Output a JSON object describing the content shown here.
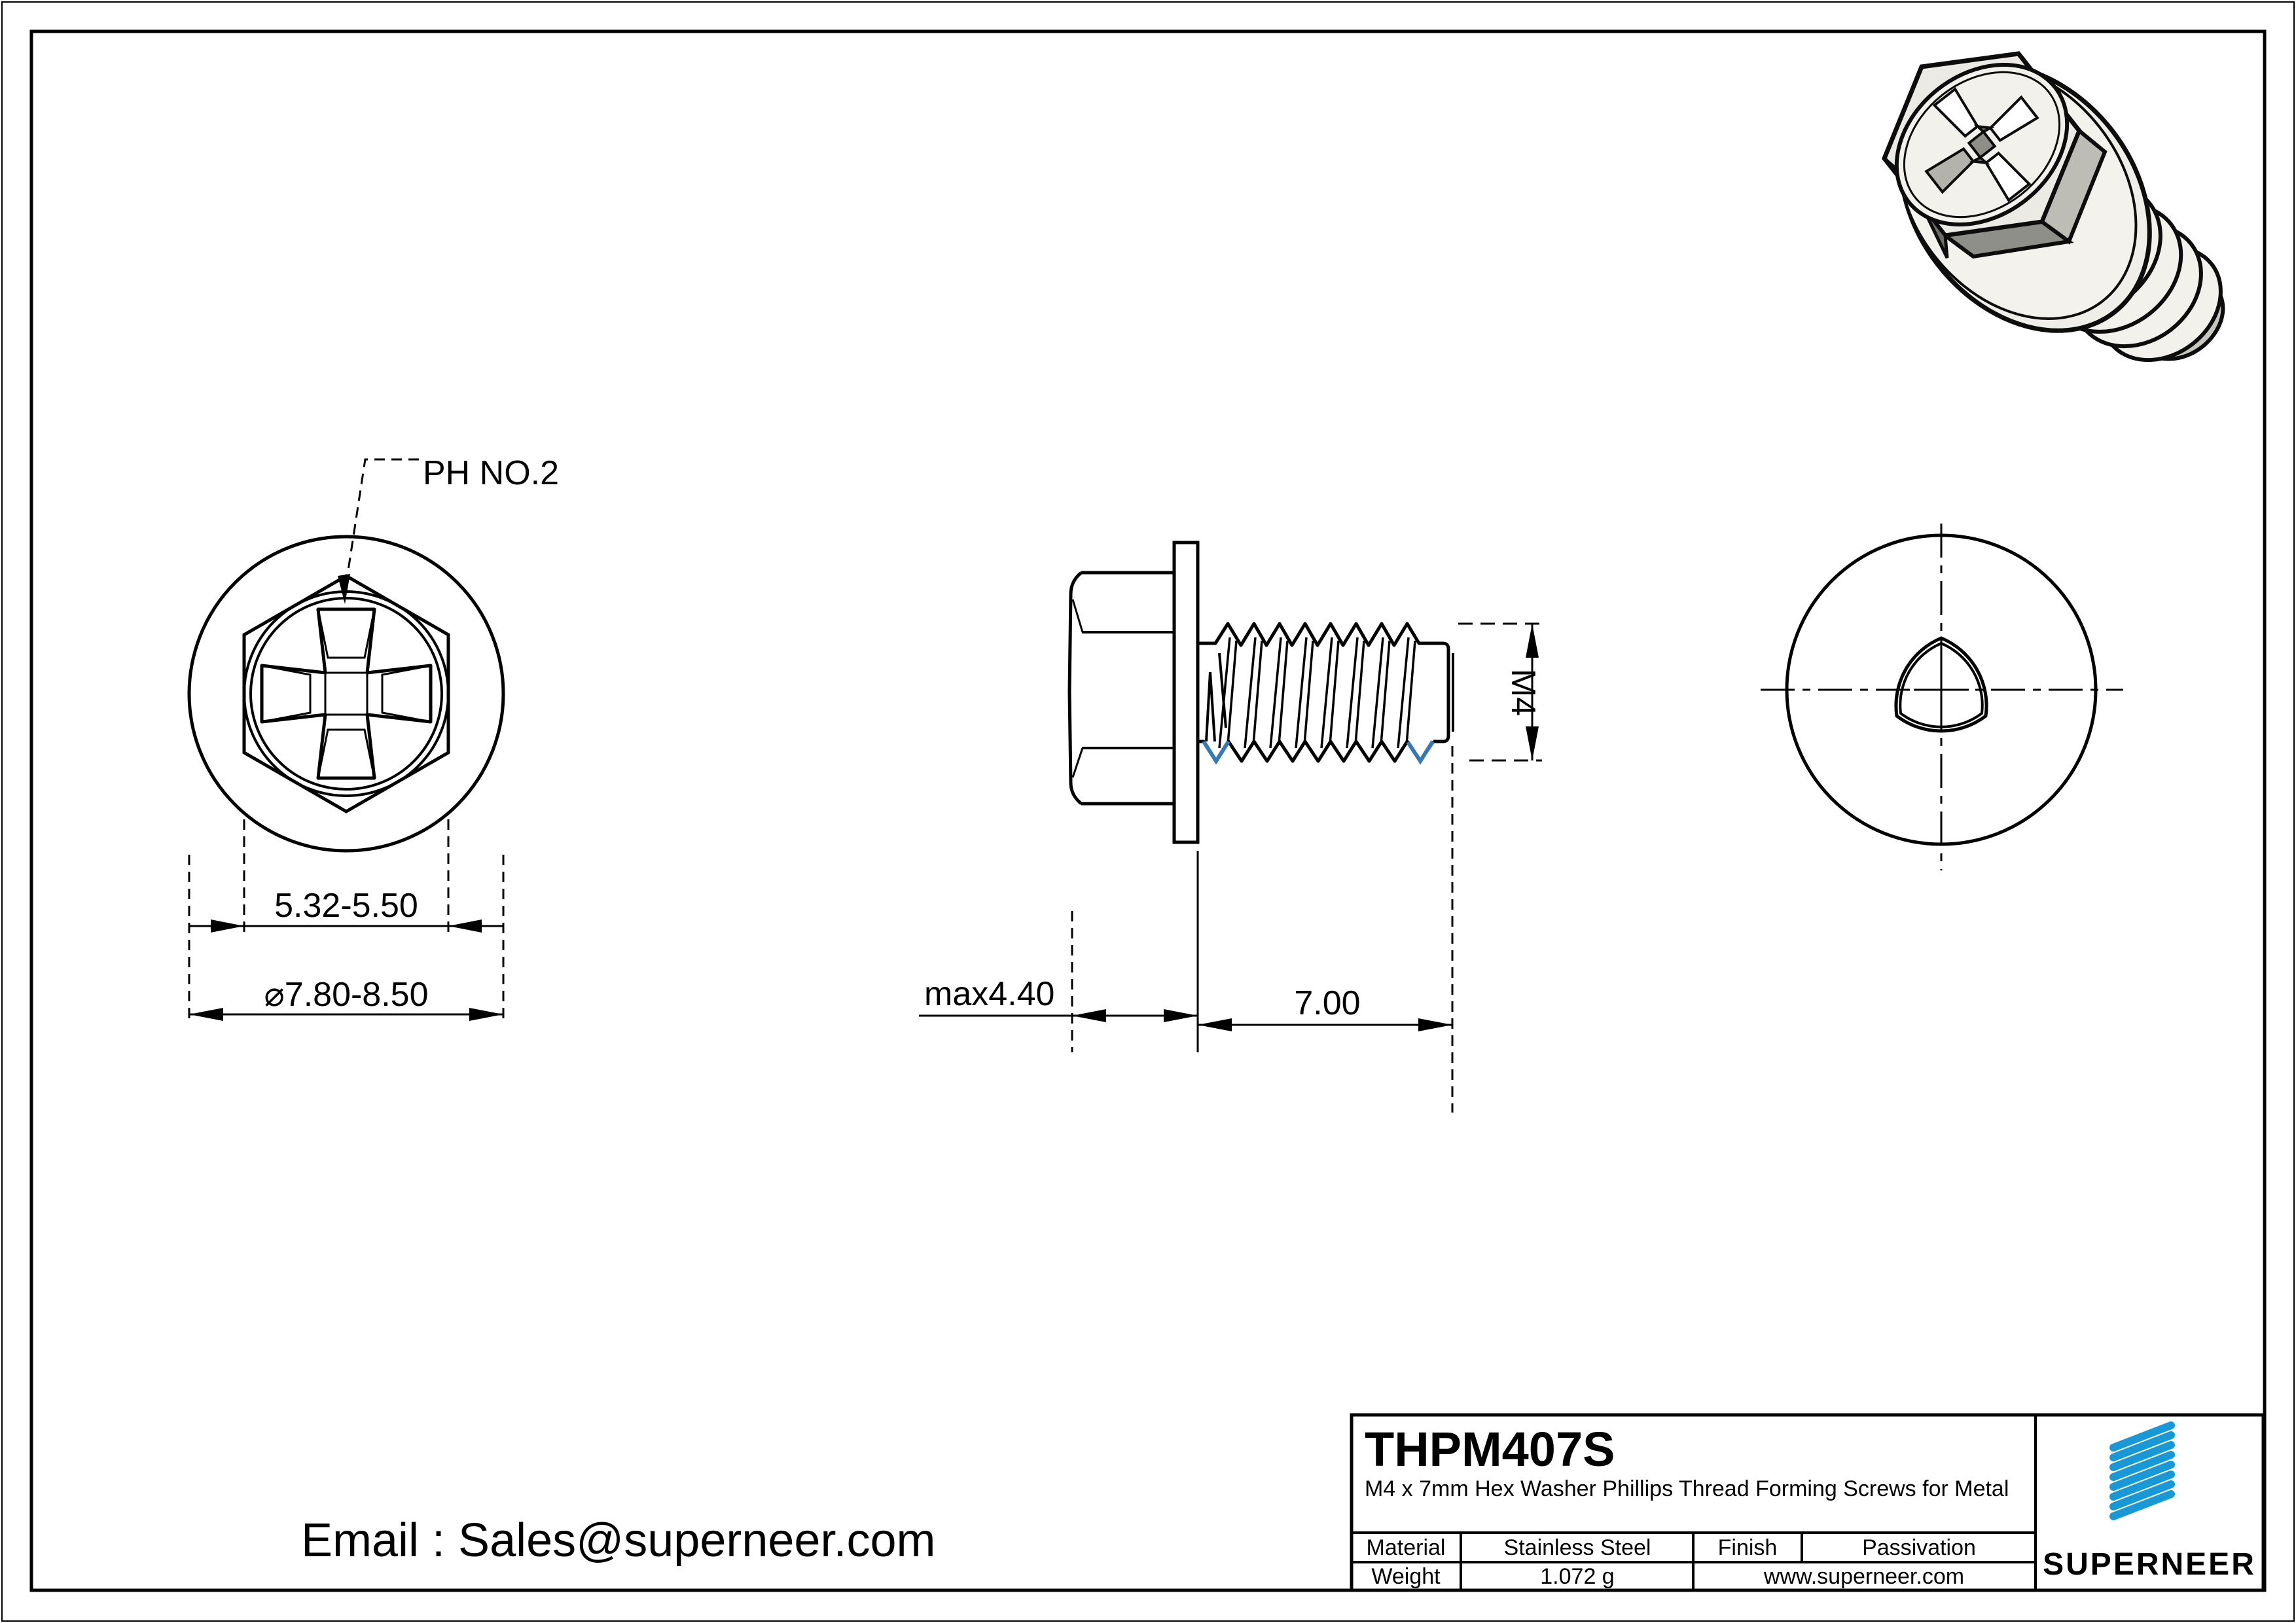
{
  "page": {
    "background": "#ffffff",
    "line_color": "#000000"
  },
  "colors": {
    "brand_blue": "#1898d6",
    "link_blue": "#2196d3",
    "thread_accent_blue": "#3579b8"
  },
  "front_view": {
    "drive_label": "PH NO.2",
    "across_flats_dim": "5.32-5.50",
    "washer_diameter_dim": "⌀7.80-8.50"
  },
  "side_view": {
    "head_height_dim": "max4.40",
    "thread_length_dim": "7.00",
    "thread_size_dim": "M4"
  },
  "title_block": {
    "part_number": "THPM407S",
    "description": "M4 x 7mm Hex Washer Phillips Thread Forming Screws for Metal",
    "material_label": "Material",
    "material_value": "Stainless Steel",
    "finish_label": "Finish",
    "finish_value": "Passivation",
    "weight_label": "Weight",
    "weight_value": "1.072 g",
    "website": "www.superneer.com",
    "brand": "SUPERNEER"
  },
  "footer": {
    "email": "Email : Sales@superneer.com"
  }
}
